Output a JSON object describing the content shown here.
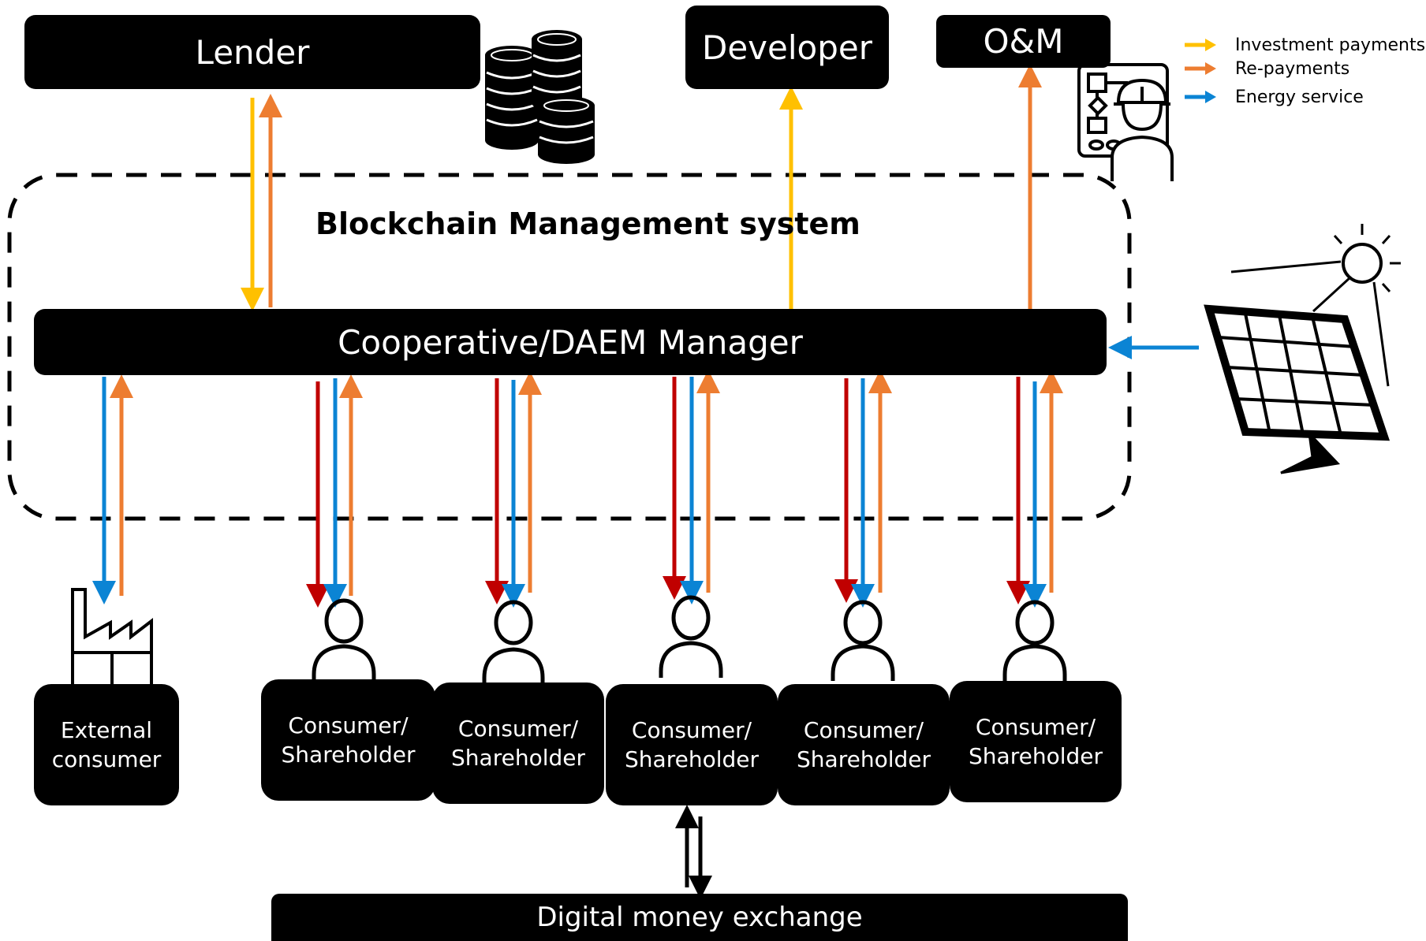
{
  "nodes": {
    "lender": "Lender",
    "developer": "Developer",
    "om": "O&M",
    "system_title": "Blockchain Management system",
    "manager": "Cooperative/DAEM Manager",
    "external_consumer": "External\nconsumer",
    "shareholders": [
      "Consumer/\nShareholder",
      "Consumer/\nShareholder",
      "Consumer/\nShareholder",
      "Consumer/\nShareholder",
      "Consumer/\nShareholder"
    ],
    "exchange": "Digital money exchange"
  },
  "legend": [
    {
      "label": "Investment payments",
      "color": "#FFC000"
    },
    {
      "label": "Re-payments",
      "color": "#ED7D31"
    },
    {
      "label": "Energy service",
      "color": "#0B84D4"
    }
  ],
  "colors": {
    "investment": "#FFC000",
    "repayment": "#ED7D31",
    "energy": "#0B84D4",
    "red_flow": "#C00000",
    "box": "#000000"
  },
  "icons": [
    "coin-stack-icon",
    "engineer-icon",
    "solar-panel-icon",
    "factory-icon",
    "person-icon",
    "arrow-icon"
  ]
}
